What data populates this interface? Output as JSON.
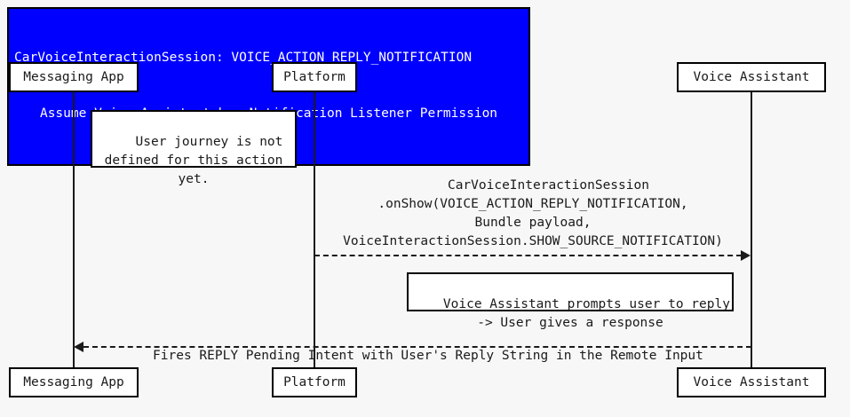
{
  "diagram": {
    "kind": "uml-sequence-diagram",
    "background_color": "#f7f7f7",
    "line_color": "#1a1a1a"
  },
  "title": {
    "banner_color": "#0000ff",
    "text_color": "#ffffff",
    "line1": "CarVoiceInteractionSession: VOICE_ACTION_REPLY_NOTIFICATION",
    "line2": "Assume Voice Assistant has Notification Listener Permission"
  },
  "participants": [
    {
      "id": "messaging-app",
      "label": "Messaging App"
    },
    {
      "id": "platform",
      "label": "Platform"
    },
    {
      "id": "voice-assistant",
      "label": "Voice Assistant"
    }
  ],
  "notes": [
    {
      "id": "note-user-journey",
      "line1": "User journey is not",
      "line2": "defined for this action",
      "line3": "yet."
    },
    {
      "id": "note-voice-prompt",
      "line1": "Voice Assistant prompts user to reply",
      "line2": "-> User gives a response"
    }
  ],
  "messages": [
    {
      "id": "msg-onshow",
      "from": "platform",
      "to": "voice-assistant",
      "style": "dashed",
      "direction": "right",
      "label_line1": "CarVoiceInteractionSession",
      "label_line2": ".onShow(VOICE_ACTION_REPLY_NOTIFICATION,",
      "label_line3": "Bundle payload,",
      "label_line4": "VoiceInteractionSession.SHOW_SOURCE_NOTIFICATION)"
    },
    {
      "id": "msg-reply-intent",
      "from": "voice-assistant",
      "to": "messaging-app",
      "style": "dashed",
      "direction": "left",
      "label_line1": "Fires REPLY Pending Intent with User's Reply String in the Remote Input"
    }
  ]
}
